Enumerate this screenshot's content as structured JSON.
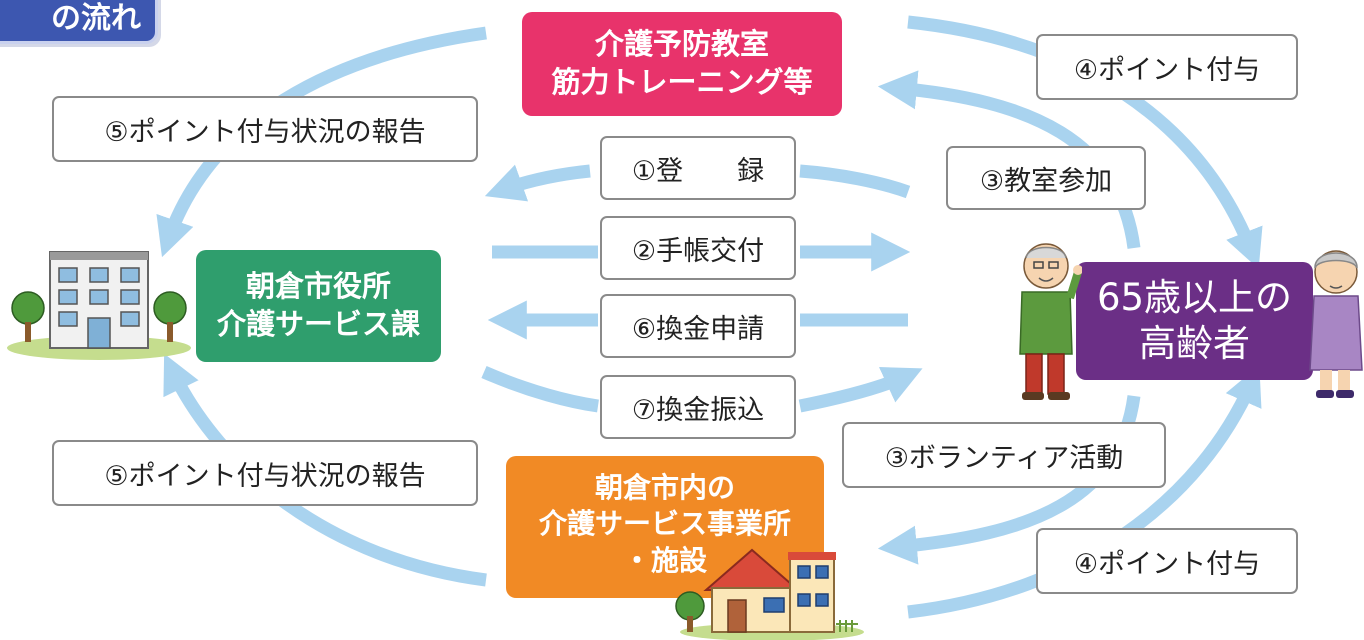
{
  "title_tab": "の流れ",
  "nodes": {
    "class": [
      "介護予防教室",
      "筋力トレーニング等"
    ],
    "city": [
      "朝倉市役所",
      "介護サービス課"
    ],
    "elderly": [
      "65歳以上の",
      "高齢者"
    ],
    "facility": [
      "朝倉市内の",
      "介護サービス事業所",
      "・施設"
    ]
  },
  "steps": {
    "s1": "①登　　録",
    "s2": "②手帳交付",
    "s6": "⑥換金申請",
    "s7": "⑦換金振込",
    "s3_class": "③教室参加",
    "s3_volunteer": "③ボランティア活動",
    "s4_top": "④ポイント付与",
    "s4_bottom": "④ポイント付与",
    "s5_top": "⑤ポイント付与状況の報告",
    "s5_bottom": "⑤ポイント付与状況の報告"
  },
  "colors": {
    "arrow": "#a9d3ef",
    "class_node": "#e8336b",
    "city_node": "#2f9e6d",
    "elderly_node": "#6b2f86",
    "facility_node": "#f18a25",
    "title_tab": "#3d57b0"
  }
}
